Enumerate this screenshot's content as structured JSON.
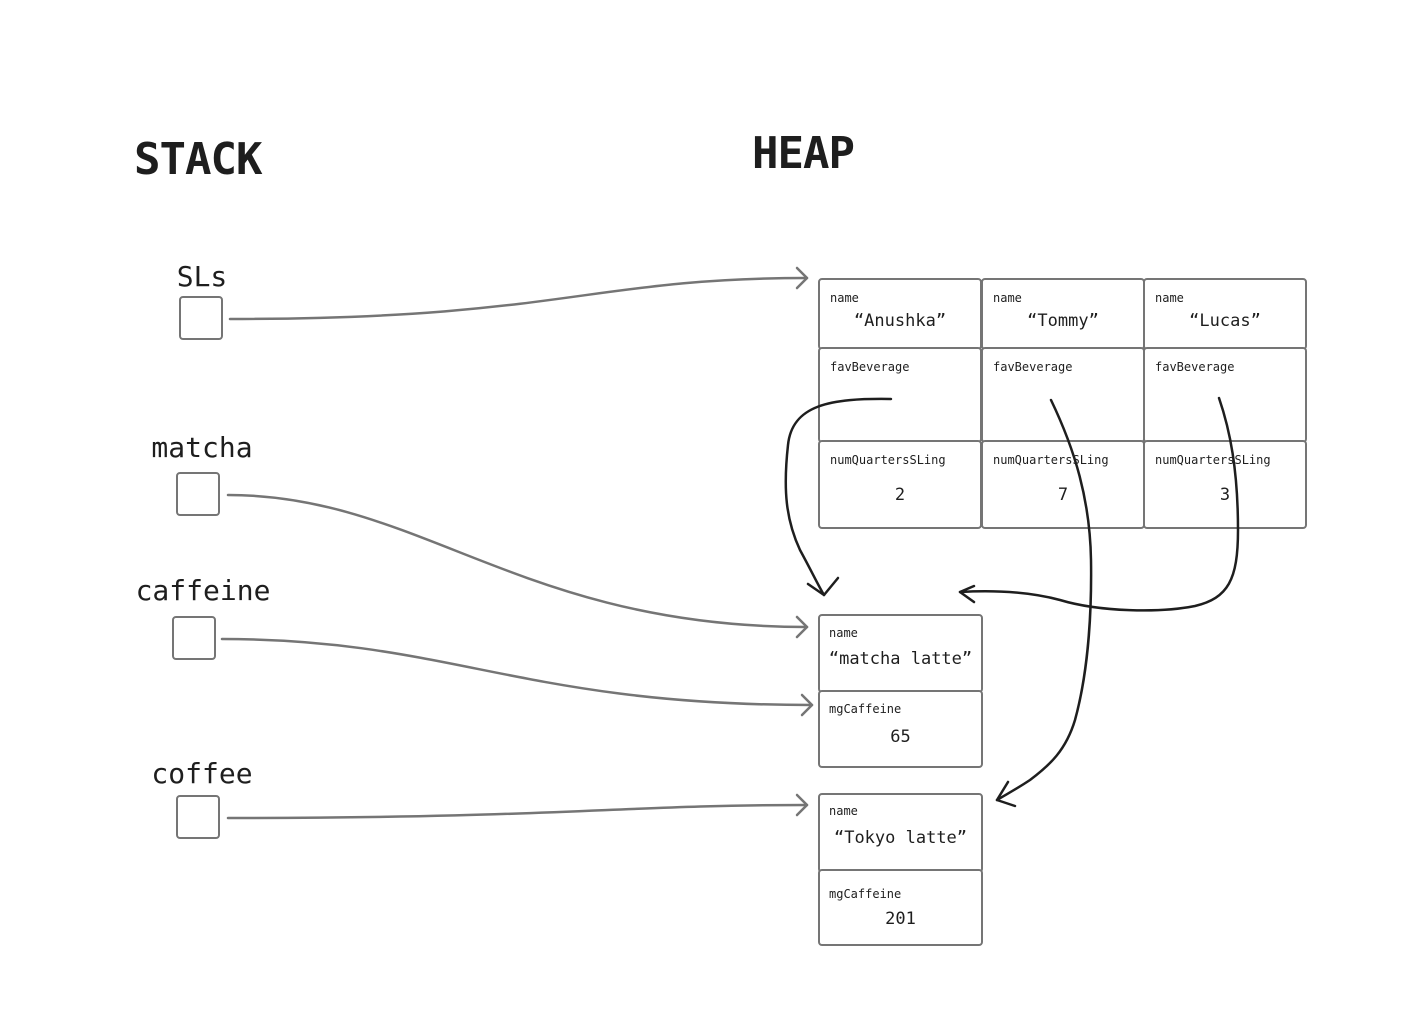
{
  "headings": {
    "stack": "STACK",
    "heap": "HEAP"
  },
  "stack": [
    {
      "label": "SLs"
    },
    {
      "label": "matcha"
    },
    {
      "label": "caffeine"
    },
    {
      "label": "coffee"
    }
  ],
  "heap": {
    "people": [
      {
        "name_label": "name",
        "name": "“Anushka”",
        "fav_label": "favBeverage",
        "num_label": "numQuartersSLing",
        "num": "2"
      },
      {
        "name_label": "name",
        "name": "“Tommy”",
        "fav_label": "favBeverage",
        "num_label": "numQuartersSLing",
        "num": "7"
      },
      {
        "name_label": "name",
        "name": "“Lucas”",
        "fav_label": "favBeverage",
        "num_label": "numQuartersSLing",
        "num": "3"
      }
    ],
    "drinks": [
      {
        "name_label": "name",
        "name": "“matcha latte”",
        "caffeine_label": "mgCaffeine",
        "caffeine": "65"
      },
      {
        "name_label": "name",
        "name": "“Tokyo latte”",
        "caffeine_label": "mgCaffeine",
        "caffeine": "201"
      }
    ]
  },
  "colors": {
    "box_border": "#757575",
    "stack_arrow": "#757575",
    "heap_arrow": "#1e1e1e",
    "text": "#1e1e1e"
  }
}
